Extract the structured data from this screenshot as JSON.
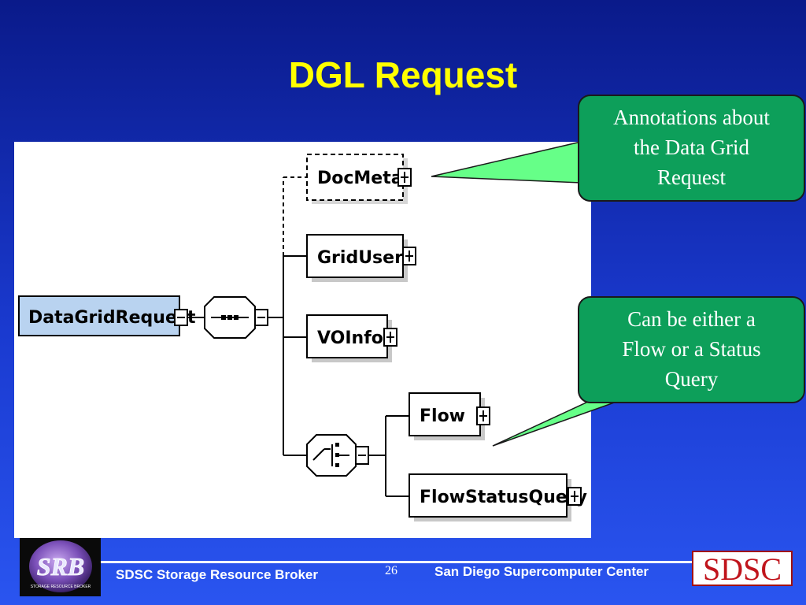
{
  "slide": {
    "title": "DGL Request",
    "footer_left": "SDSC Storage Resource Broker",
    "page_number": "26",
    "footer_right": "San Diego Supercomputer Center"
  },
  "diagram": {
    "root": "DataGridRequest",
    "children": [
      "DocMeta",
      "GridUser",
      "VOInfo"
    ],
    "choice_children": [
      "Flow",
      "FlowStatusQuery"
    ]
  },
  "callouts": {
    "annotations": [
      "Annotations about",
      "the Data Grid",
      "Request"
    ],
    "choice": [
      "Can be either a",
      "Flow or a Status",
      "Query"
    ]
  },
  "logos": {
    "srb_text": "SRB",
    "srb_subtext": "STORAGE RESOURCE BROKER",
    "sdsc_text": "SDSC"
  },
  "colors": {
    "title": "#ffff00",
    "callout_fill": "#0d9f5a",
    "pointer_fill": "#66ff88",
    "root_fill": "#b9d3f0"
  }
}
